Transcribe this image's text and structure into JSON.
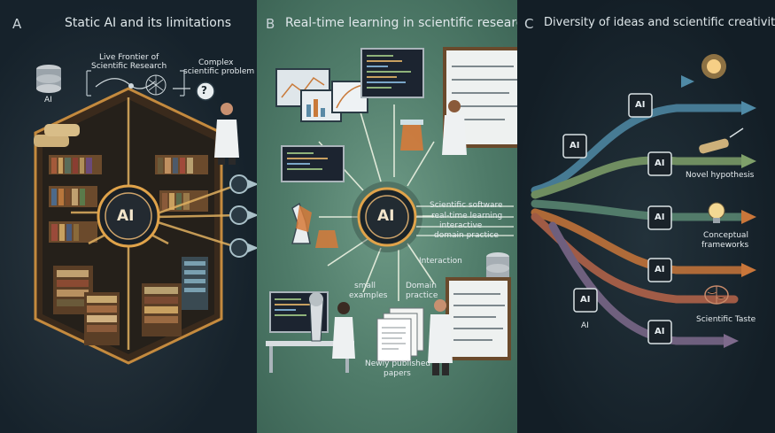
{
  "panel_a": {
    "letter": "A",
    "title": "Static AI and its limitations",
    "frontier_label_1": "Live Frontier of",
    "frontier_label_2": "Scientific Research",
    "complex_label_1": "Complex",
    "complex_label_2": "scientific problem",
    "ai_small_label": "AI",
    "ai_core_label": "AI",
    "question_mark": "?"
  },
  "panel_b": {
    "letter": "B",
    "title": "Real-time learning in scientific research",
    "ai_core_label": "AI",
    "stream_1": "Scientific software",
    "stream_2": "real-time learning",
    "stream_3": "interactive",
    "stream_4": "domain practice",
    "interaction": "Interaction",
    "small_examples_1": "small",
    "small_examples_2": "examples",
    "domain_practice_1": "Domain",
    "domain_practice_2": "practice",
    "papers_1": "Newly published",
    "papers_2": "papers"
  },
  "panel_c": {
    "letter": "C",
    "title": "Diversity of ideas and scientific creativity",
    "node_label": "AI",
    "ai_bottom_label": "AI",
    "outcome_1": "Novel hypothesis",
    "outcome_2_1": "Conceptual",
    "outcome_2_2": "frameworks",
    "outcome_3": "Scientific Taste"
  },
  "colors": {
    "panel_a_bg": "#1b2730",
    "panel_b_bg": "#5b8874",
    "panel_c_bg": "#17232b",
    "arrow_blue": "#4f8aa6",
    "arrow_green": "#7fa06a",
    "arrow_orange": "#c9763a",
    "arrow_purple": "#7e6a8c",
    "ai_glow": "#e0a34a"
  }
}
